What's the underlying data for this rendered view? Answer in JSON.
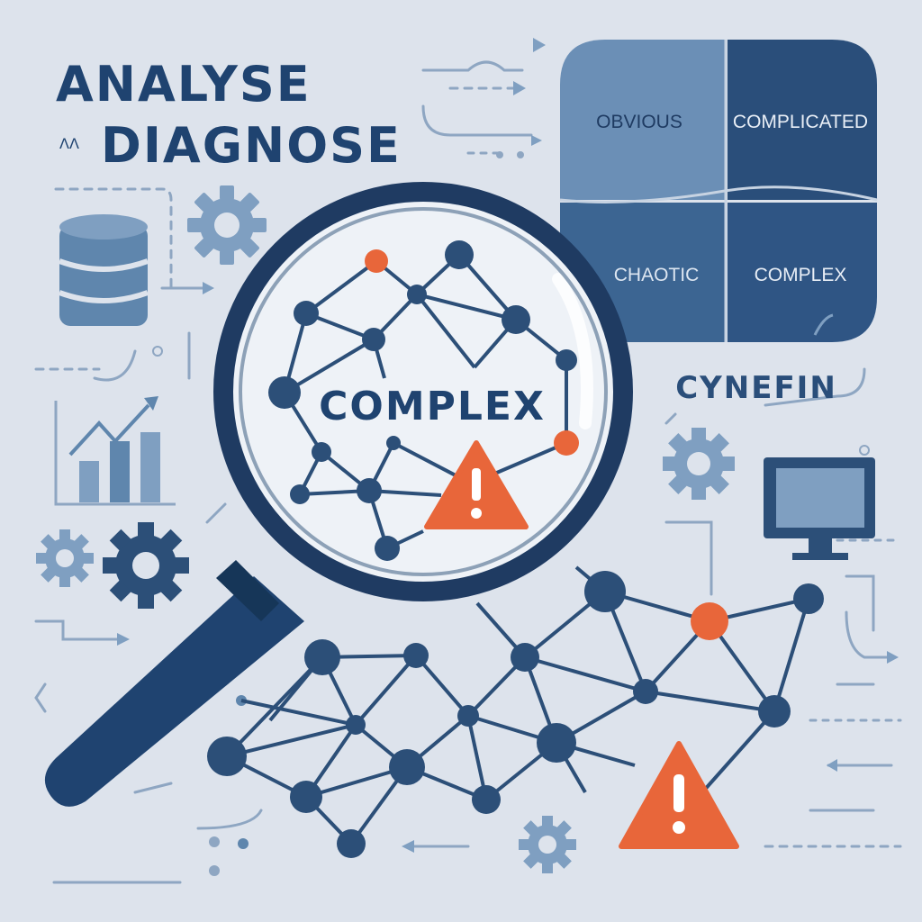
{
  "header": {
    "line1": "ANALYSE",
    "line2": "DIAGNOSE",
    "mark": "ΛΛ"
  },
  "framework": {
    "quadrants": {
      "obvious": "OBVIOUS",
      "complicated": "COMPLICATED",
      "chaotic": "CHAOTIC",
      "complex": "COMPLEX"
    },
    "name": "CYNEFIN"
  },
  "magnifier": {
    "label": "COMPLEX"
  },
  "icons": {
    "database": "database-icon",
    "gear": "gear-icon",
    "chart": "bar-chart-icon",
    "monitor": "monitor-icon",
    "warning": "warning-icon",
    "magnifier": "magnifying-glass-icon"
  },
  "colors": {
    "background": "#dde3ec",
    "navy": "#1f4370",
    "node": "#2c4f78",
    "steel": "#5f86ad",
    "light_blue": "#7f9fc1",
    "accent": "#e8663a",
    "lens": "#eef2f7"
  }
}
